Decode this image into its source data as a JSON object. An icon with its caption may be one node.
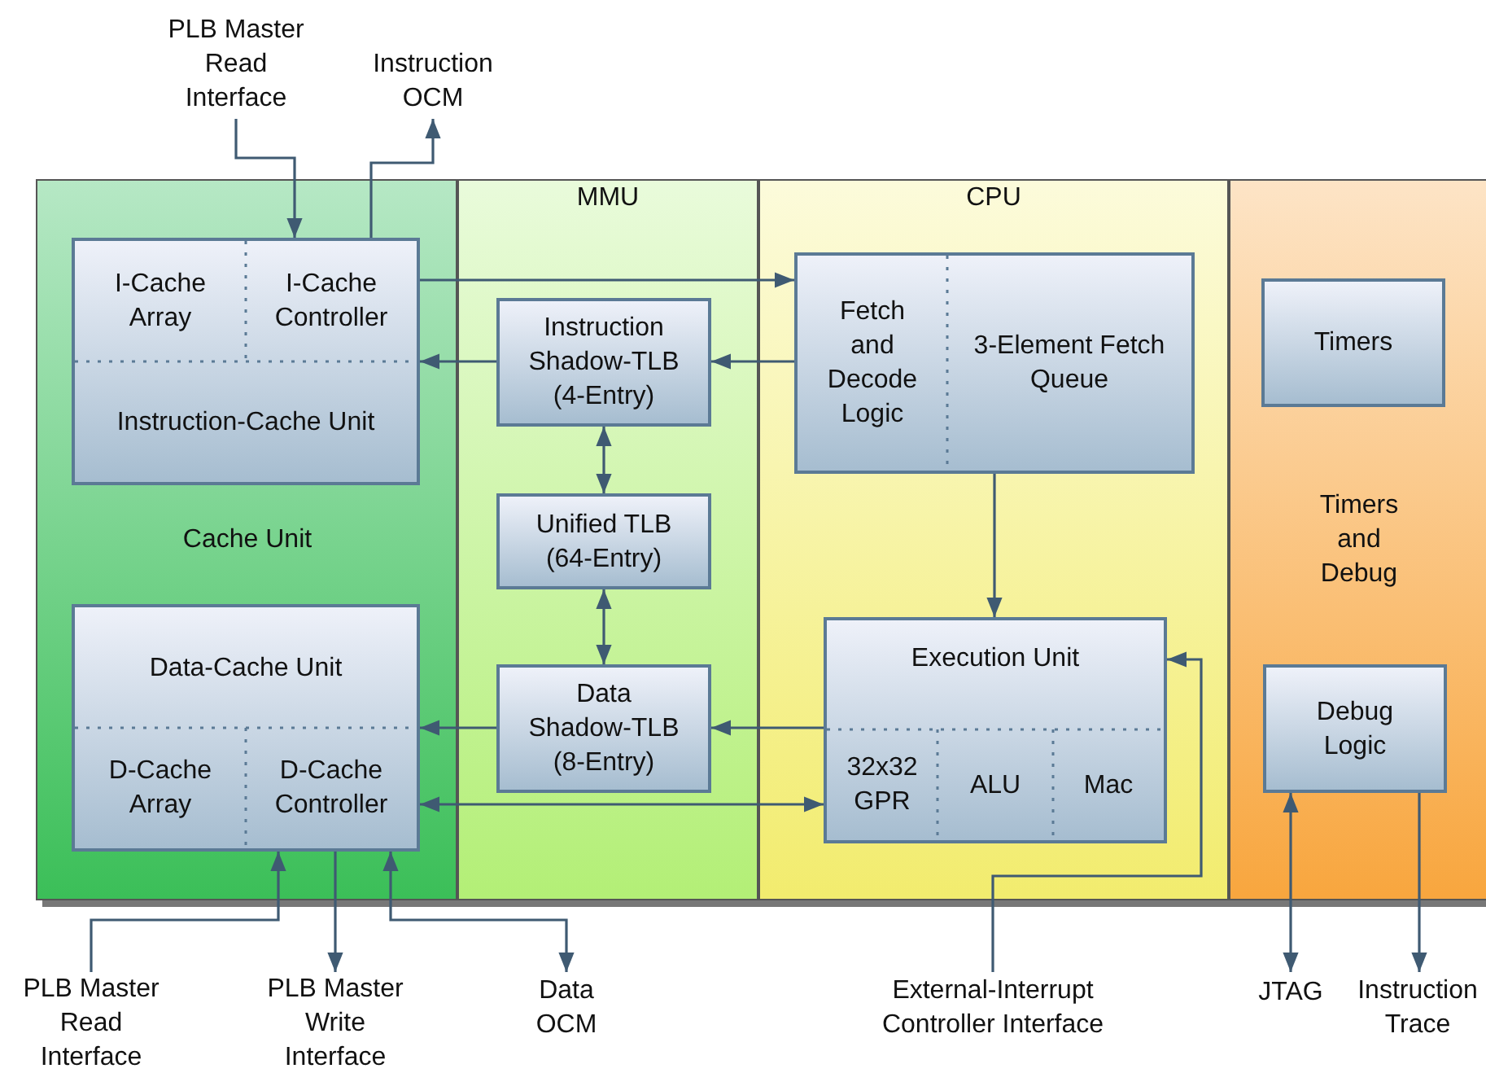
{
  "diagram": {
    "nodes": [
      {
        "text": [
          "PLB Master Read Interface"
        ]
      },
      {
        "text": [
          "Instruction OCM"
        ]
      },
      {
        "text": [
          "Cache Unit"
        ]
      },
      {
        "text": [
          "Instruction-Cache Unit"
        ],
        "in": 2
      },
      {
        "text": [
          "I-Cache Array"
        ],
        "in": 3
      },
      {
        "text": [
          "I-Cache Controller"
        ],
        "in": 3
      },
      {
        "text": [
          "Data-Cache Unit"
        ],
        "in": 2
      },
      {
        "text": [
          "D-Cache Array"
        ],
        "in": 6
      },
      {
        "text": [
          "D-Cache Controller"
        ],
        "in": 6
      },
      {
        "text": [
          "MMU"
        ]
      },
      {
        "text": [
          "Instruction Shadow-TLB (4-Entry)"
        ],
        "in": 9
      },
      {
        "text": [
          "Unified TLB (64-Entry)"
        ],
        "in": 9
      },
      {
        "text": [
          "Data Shadow-TLB (8-Entry)"
        ],
        "in": 9
      },
      {
        "text": [
          "CPU"
        ]
      },
      {
        "text": [
          "Fetch and Decode Logic",
          "3-Element Fetch Queue"
        ],
        "in": 13
      },
      {
        "text": [
          "Execution Unit"
        ],
        "in": 13
      },
      {
        "text": [
          "32x32 GPR"
        ],
        "in": 15
      },
      {
        "text": [
          "ALU"
        ],
        "in": 15
      },
      {
        "text": [
          "Mac"
        ],
        "in": 15
      },
      {
        "text": [
          "Timers and Debug"
        ]
      },
      {
        "text": [
          "Timers"
        ],
        "in": 19
      },
      {
        "text": [
          "Debug Logic"
        ],
        "in": 19
      },
      {
        "text": [
          "PLB Master Read Interface"
        ]
      },
      {
        "text": [
          "PLB Master Write Interface"
        ]
      },
      {
        "text": [
          "Data OCM"
        ]
      },
      {
        "text": [
          "External-Interrupt Controller Interface"
        ]
      },
      {
        "text": [
          "JTAG"
        ]
      },
      {
        "text": [
          "Instruction Trace"
        ]
      }
    ],
    "edges": [
      {
        "from": 0,
        "to": 5,
        "arrow": "to"
      },
      {
        "from": 5,
        "to": 1,
        "arrow": "to"
      },
      {
        "from": 5,
        "to": 14,
        "arrow": "to"
      },
      {
        "from": 10,
        "to": 3,
        "arrow": "to"
      },
      {
        "from": 14,
        "to": 10,
        "arrow": "to"
      },
      {
        "from": 10,
        "to": 11,
        "arrow": "both"
      },
      {
        "from": 11,
        "to": 12,
        "arrow": "both"
      },
      {
        "from": 12,
        "to": 6,
        "arrow": "to"
      },
      {
        "from": 15,
        "to": 12,
        "arrow": "to"
      },
      {
        "from": 8,
        "to": 16,
        "arrow": "both"
      },
      {
        "from": 14,
        "to": 15,
        "arrow": "to"
      },
      {
        "from": 25,
        "to": 15,
        "arrow": "to"
      },
      {
        "from": 22,
        "to": 8,
        "arrow": "to"
      },
      {
        "from": 8,
        "to": 23,
        "arrow": "to"
      },
      {
        "from": 24,
        "to": 8,
        "arrow": "both"
      },
      {
        "from": 26,
        "to": 21,
        "arrow": "both"
      },
      {
        "from": 21,
        "to": 27,
        "arrow": "to"
      }
    ]
  }
}
